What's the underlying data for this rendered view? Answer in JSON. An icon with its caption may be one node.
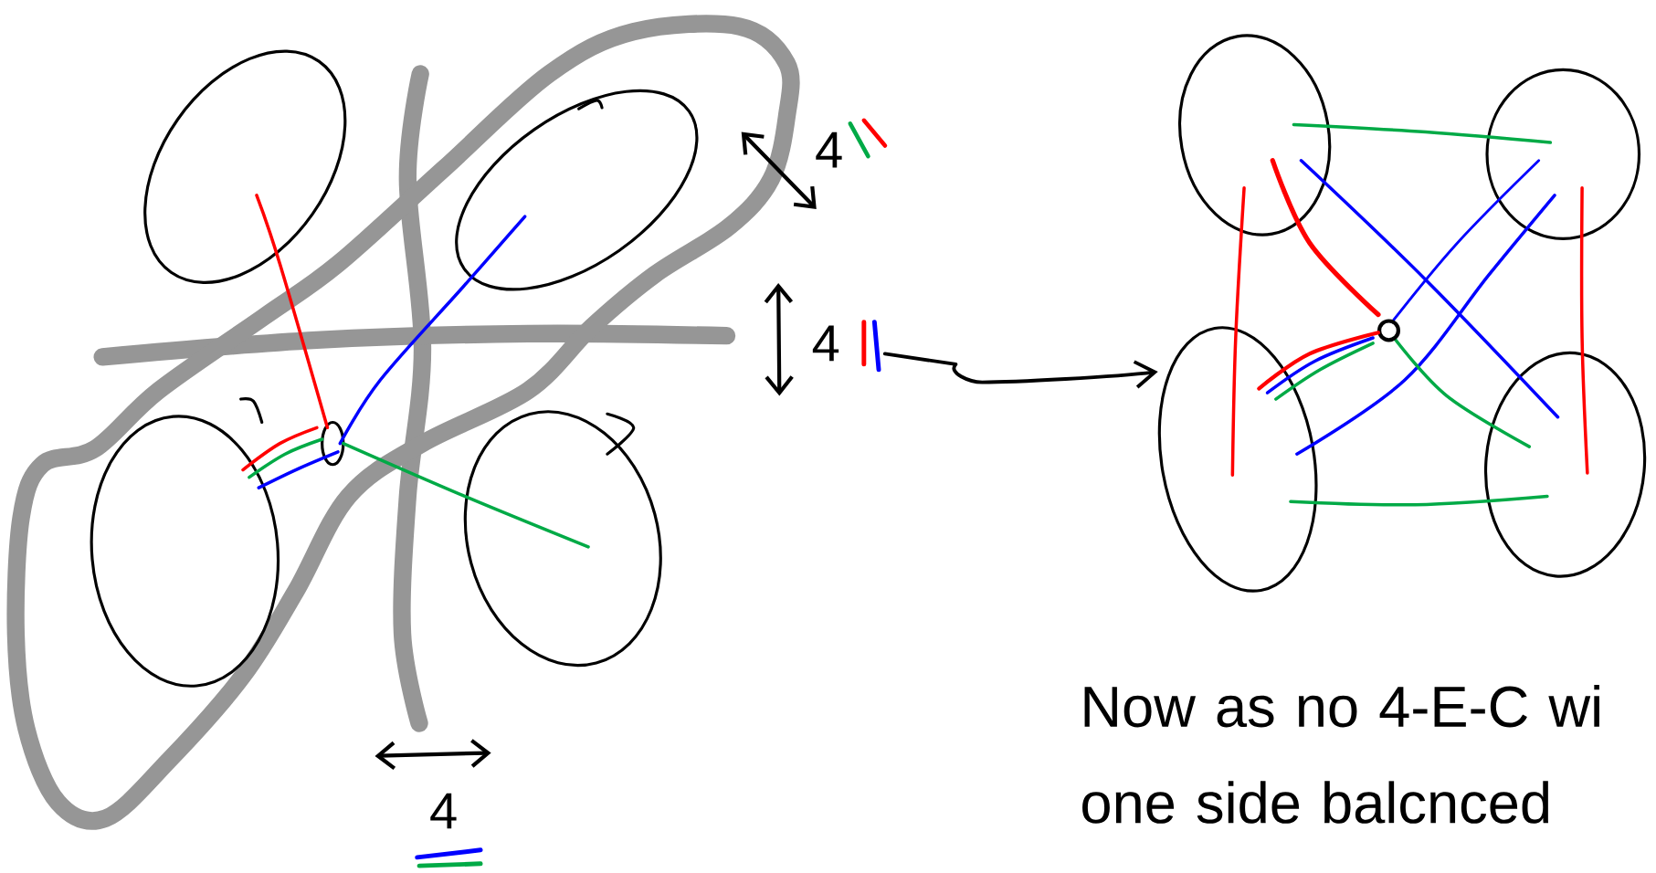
{
  "diagram": {
    "nodes": [
      {
        "text": [],
        "shape": "picture"
      },
      {
        "text": [],
        "shape": "picture"
      }
    ],
    "edges": [
      {
        "from": 0,
        "to": 1,
        "arrow": "to"
      }
    ],
    "labels": [
      "4",
      "4",
      "4",
      "Now as no 4-E-C wi one side balcnced"
    ]
  }
}
